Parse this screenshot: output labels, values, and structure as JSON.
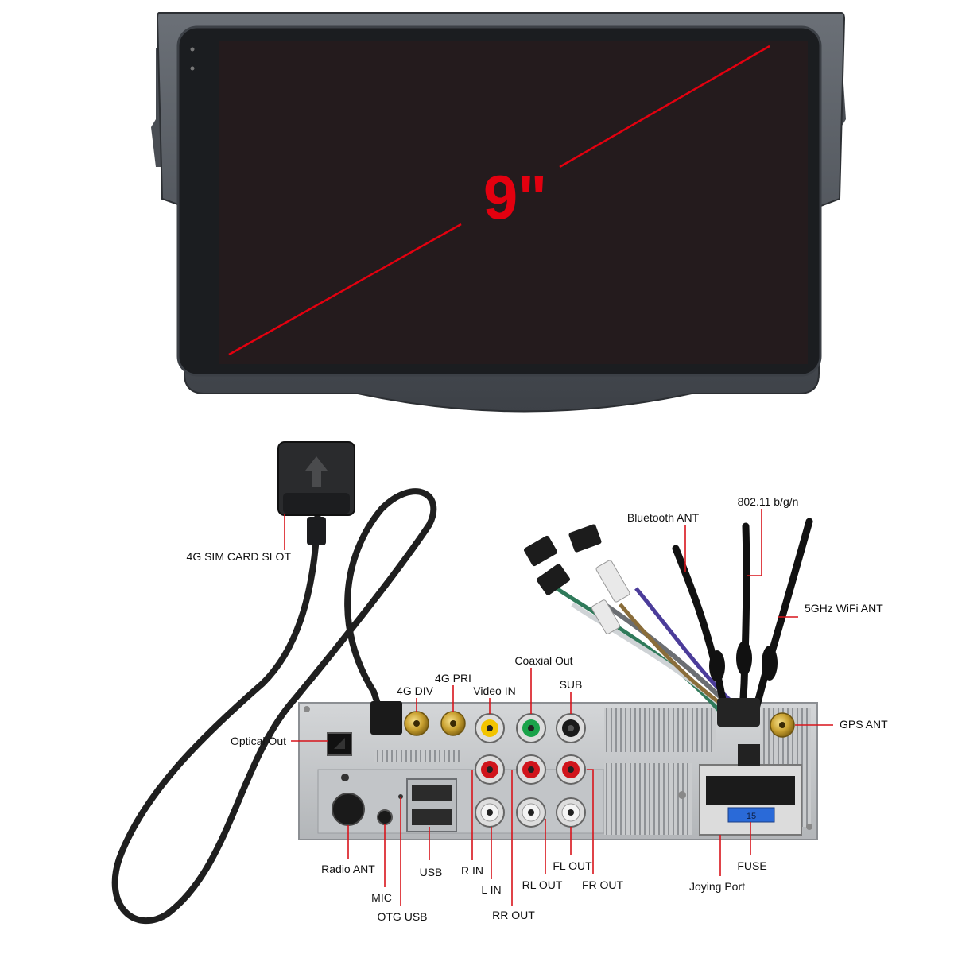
{
  "screen": {
    "size_label": "9\"",
    "diagonal_color": "#e3000f"
  },
  "accent_color": "#d8141b",
  "labels": {
    "sim_slot": "4G SIM CARD SLOT",
    "optical_out": "Optical Out",
    "div_4g": "4G DIV",
    "pri_4g": "4G PRI",
    "video_in": "Video IN",
    "coaxial_out": "Coaxial Out",
    "sub": "SUB",
    "bluetooth_ant": "Bluetooth ANT",
    "wifi_80211": "802.11 b/g/n",
    "wifi_5ghz": "5GHz WiFi ANT",
    "gps_ant": "GPS ANT",
    "radio_ant": "Radio ANT",
    "mic": "MIC",
    "otg_usb": "OTG USB",
    "usb": "USB",
    "r_in": "R IN",
    "l_in": "L IN",
    "rr_out": "RR OUT",
    "rl_out": "RL OUT",
    "fl_out": "FL OUT",
    "fr_out": "FR OUT",
    "joying_port": "Joying Port",
    "fuse": "FUSE"
  }
}
